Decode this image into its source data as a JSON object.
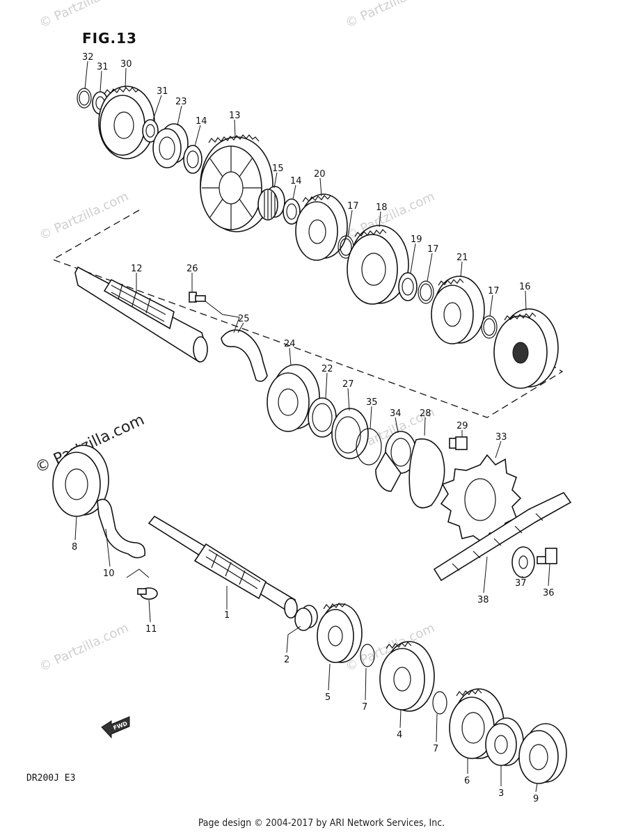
{
  "figure": {
    "title": "FIG.13",
    "model_code": "DR200J E3"
  },
  "watermarks": [
    "© Partzilla.com",
    "© Partzilla.com",
    "© Partzilla.com",
    "© Partzilla.com",
    "© Partzilla.com",
    "© Partzilla.com",
    "© Partzilla.com",
    "© Partzilla.com"
  ],
  "main_watermark": "© Partzilla.com",
  "footer": "Page design © 2004-2017 by ARI Network Services, Inc.",
  "fwd_label": "FWD",
  "callouts": [
    "32",
    "31",
    "30",
    "31",
    "23",
    "14",
    "13",
    "15",
    "14",
    "20",
    "17",
    "18",
    "19",
    "17",
    "21",
    "17",
    "16",
    "12",
    "26",
    "25",
    "24",
    "22",
    "27",
    "35",
    "34",
    "28",
    "29",
    "33",
    "8",
    "10",
    "11",
    "1",
    "2",
    "5",
    "7",
    "4",
    "7",
    "6",
    "3",
    "9",
    "37",
    "36",
    "38"
  ]
}
